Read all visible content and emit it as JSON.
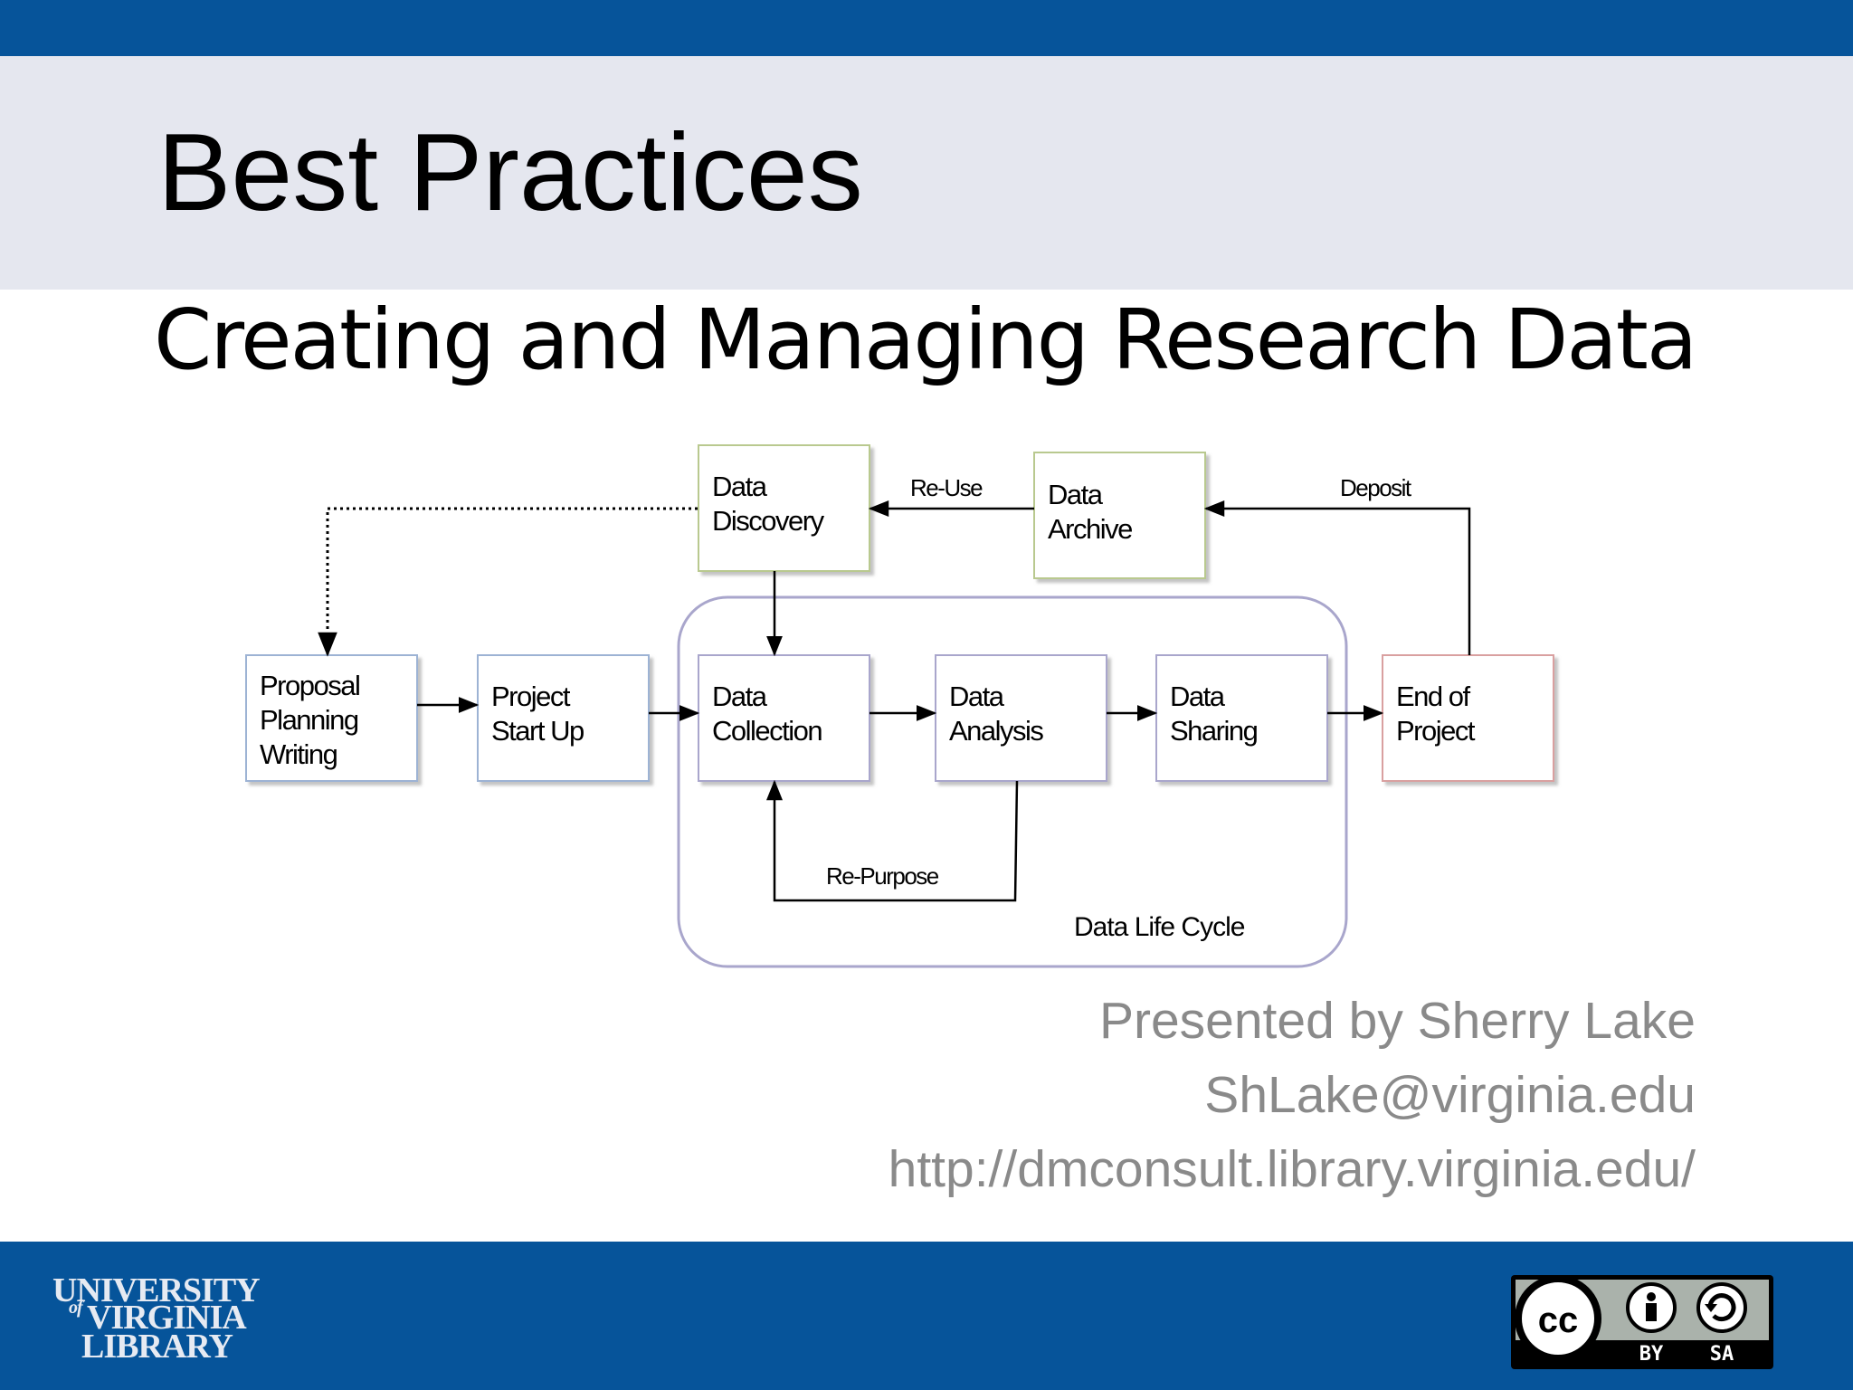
{
  "slide": {
    "title": "Best Practices",
    "subtitle": "Creating and Managing Research Data"
  },
  "diagram": {
    "boxes": {
      "proposal": [
        "Proposal",
        "Planning",
        "Writing"
      ],
      "startup": [
        "Project",
        "Start Up"
      ],
      "discovery": [
        "Data",
        "Discovery"
      ],
      "archive": [
        "Data",
        "Archive"
      ],
      "collection": [
        "Data",
        "Collection"
      ],
      "analysis": [
        "Data",
        "Analysis"
      ],
      "sharing": [
        "Data",
        "Sharing"
      ],
      "end": [
        "End of",
        "Project"
      ]
    },
    "labels": {
      "reuse": "Re-Use",
      "deposit": "Deposit",
      "repurpose": "Re-Purpose",
      "lifecycle": "Data Life Cycle"
    }
  },
  "presenter": {
    "line1": "Presented by Sherry Lake",
    "email": "ShLake@virginia.edu",
    "url": "http://dmconsult.library.virginia.edu/"
  },
  "footer": {
    "logo": [
      "UNIVERSITY",
      "of",
      "VIRGINIA",
      "LIBRARY"
    ],
    "license": [
      "cc",
      "BY",
      "SA"
    ]
  },
  "colors": {
    "brand_blue": "#06549a",
    "title_band": "#e5e7ef",
    "presenter_gray": "#8a8a8a",
    "blue_box_border": "#9db3d4",
    "green_box_border": "#b9c98f",
    "red_box_border": "#d9a0a0",
    "lifecycle_border": "#a9a6cc"
  }
}
